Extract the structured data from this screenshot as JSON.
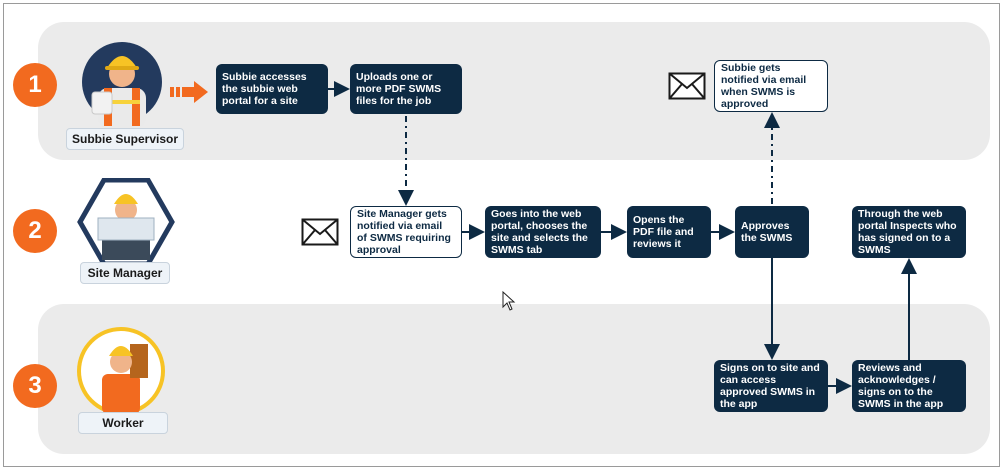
{
  "lanes": [
    {
      "number": "1",
      "role": "Subbie Supervisor"
    },
    {
      "number": "2",
      "role": "Site Manager"
    },
    {
      "number": "3",
      "role": "Worker"
    }
  ],
  "steps": {
    "subbie_accesses": "Subbie accesses the subbie web portal for a site",
    "uploads_pdf": "Uploads one or more PDF SWMS files for the job",
    "subbie_notified": "Subbie gets notified via email when SWMS is approved",
    "manager_notified": "Site Manager gets notified via email of SWMS requiring approval",
    "goes_into_portal": "Goes into the web portal, chooses the site and selects the SWMS tab",
    "opens_pdf": "Opens the PDF file and reviews it",
    "approves": "Approves the SWMS",
    "inspects": "Through the web portal Inspects who has signed on to a SWMS",
    "signs_on": "Signs on to site and can access approved SWMS in the app",
    "reviews_ack": "Reviews and acknowledges / signs on to the SWMS in the app"
  },
  "icons": [
    "envelope-icon",
    "arrow-right-icon",
    "cursor-icon"
  ],
  "colors": {
    "accent": "#f26a1f",
    "navy": "#0d2a43",
    "lane": "#ebebeb"
  }
}
